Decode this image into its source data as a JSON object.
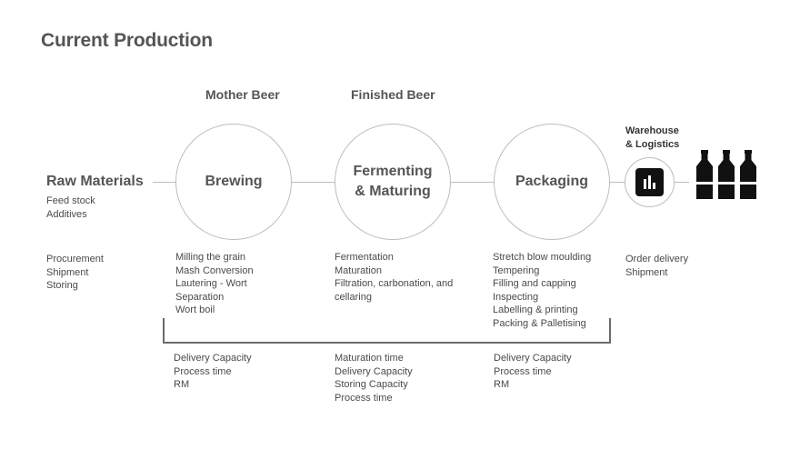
{
  "title": "Current Production",
  "headers": {
    "mother_beer": "Mother Beer",
    "finished_beer": "Finished Beer"
  },
  "raw_materials": {
    "label": "Raw Materials",
    "inputs": [
      "Feed stock",
      "Additives"
    ],
    "activities": [
      "Procurement",
      "Shipment",
      "Storing"
    ]
  },
  "stages": [
    {
      "label": "Brewing",
      "steps": [
        "Milling the grain",
        "Mash Conversion",
        "Lautering - Wort",
        "Separation",
        "Wort boil"
      ],
      "metrics": [
        "Delivery Capacity",
        "Process time",
        "RM"
      ]
    },
    {
      "label_line1": "Fermenting",
      "label_line2": "& Maturing",
      "steps": [
        "Fermentation",
        "Maturation",
        "Filtration, carbonation, and",
        "cellaring"
      ],
      "metrics": [
        "Maturation time",
        "Delivery Capacity",
        "Storing Capacity",
        "Process time"
      ]
    },
    {
      "label": "Packaging",
      "steps": [
        "Stretch blow moulding",
        "Tempering",
        "Filling and capping",
        "Inspecting",
        "Labelling & printing",
        "Packing & Palletising"
      ],
      "metrics": [
        "Delivery Capacity",
        "Process time",
        "RM"
      ]
    }
  ],
  "warehouse": {
    "label_line1": "Warehouse",
    "label_line2": "& Logistics",
    "icon": "bar-chart-icon",
    "activities": [
      "Order delivery",
      "Shipment"
    ]
  },
  "end_icon": "beer-bottles-icon",
  "colors": {
    "line": "#bdbdbd",
    "text": "#4a4a4a",
    "heading": "#555555",
    "icon": "#111111"
  }
}
